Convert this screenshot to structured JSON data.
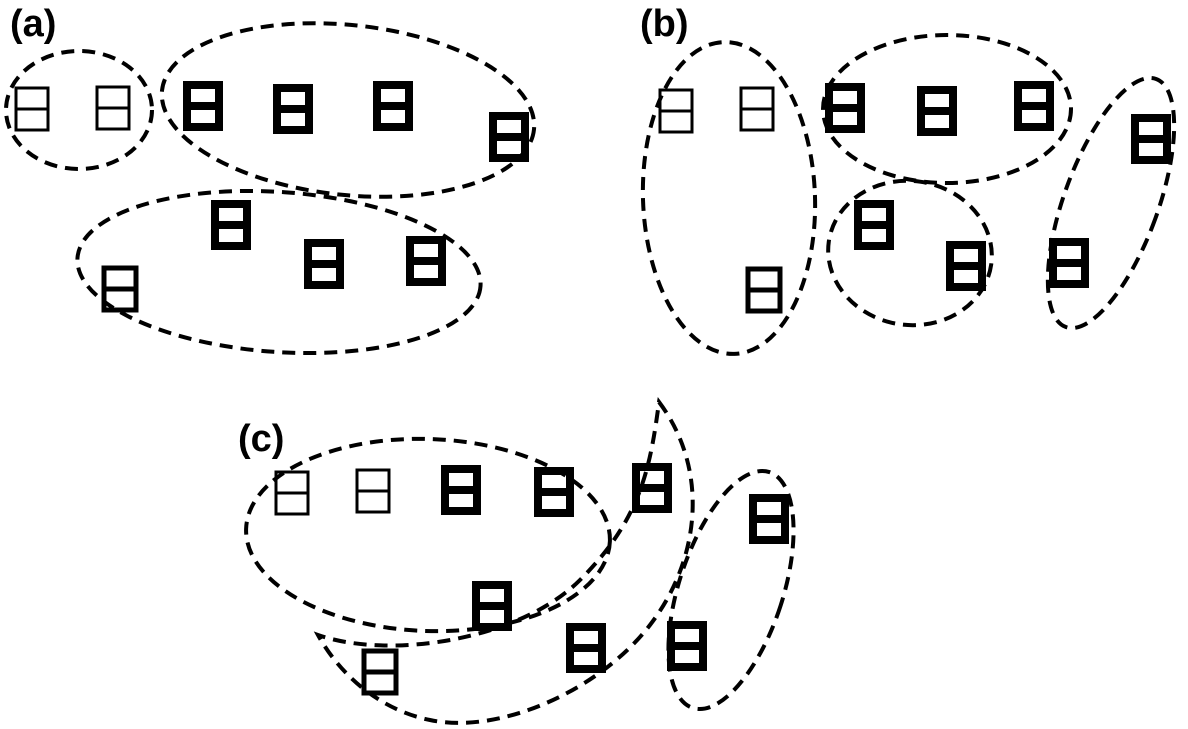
{
  "panels": [
    {
      "id": "a",
      "label": "(a)"
    },
    {
      "id": "b",
      "label": "(b)"
    },
    {
      "id": "c",
      "label": "(c)"
    }
  ],
  "style": {
    "stroke_color": "#000000",
    "background": "#ffffff"
  }
}
